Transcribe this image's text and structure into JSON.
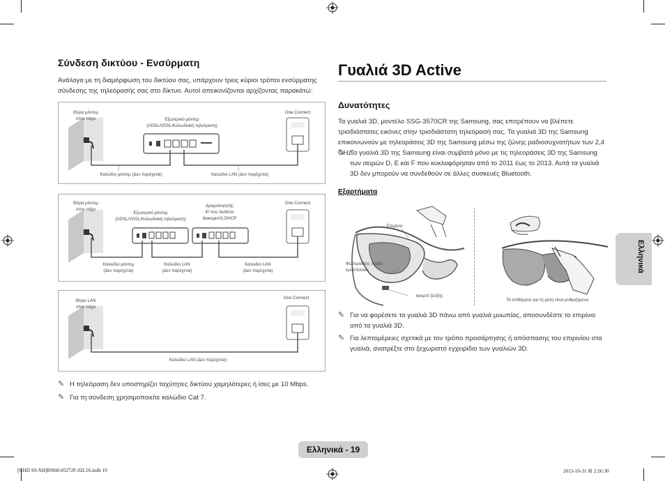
{
  "left": {
    "heading": "Σύνδεση δικτύου - Ενσύρματη",
    "intro": "Ανάλογα με τη διαμόρφωση του δικτύου σας, υπάρχουν τρεις κύριοι τρόποι ενσύρματης σύνδεσης της τηλεόρασής σας στο δίκτυο. Αυτοί απεικονίζονται αρχίζοντας παρακάτω:",
    "diagram1": {
      "wall_port": "Θύρα μόντεμ\nστον τοίχο",
      "modem": "Εξωτερικό μόντεμ\n(ADSL/VDSL/Καλωδιακή τηλεόραση)",
      "one_connect": "One Connect",
      "cable_modem": "Καλώδιο μόντεμ (Δεν παρέχεται)",
      "cable_lan": "Καλώδιο LAN (Δεν παρέχεται)"
    },
    "diagram2": {
      "wall_port": "Θύρα μόντεμ\nστον τοίχο",
      "modem": "Εξωτερικό μόντεμ\n(ADSL/VDSL/Καλωδιακή τηλεόραση)",
      "router": "Δρομολογητής\nIP που διαθέτει\nδιακομιστή DHCP",
      "one_connect": "One Connect",
      "cable_modem": "Καλώδιο μόντεμ\n(Δεν παρέχεται)",
      "cable_lan1": "Καλώδιο LAN\n(Δεν παρέχεται)",
      "cable_lan2": "Καλώδιο LAN\n(Δεν παρέχεται)"
    },
    "diagram3": {
      "wall_port": "Θύρα LAN\nστον τοίχο",
      "one_connect": "One Connect",
      "cable_lan": "Καλώδιο LAN (Δεν παρέχεται)"
    },
    "notes": [
      "Η τηλεόραση δεν υποστηρίζει ταχύτητες δικτύου χαμηλότερες ή ίσες με 10 Mbps.",
      "Για τη σύνδεση χρησιμοποιείτε καλώδιο Cat 7."
    ]
  },
  "right": {
    "title": "Γυαλιά 3D Active",
    "features_heading": "Δυνατότητες",
    "features_text": "Τα γυαλιά 3D, μοντέλο SSG-3570CR της Samsung, σας επιτρέπουν να βλέπετε τρισδιάστατες εικόνες στην τρισδιάστατη τηλεόρασή σας. Τα γυαλιά 3D της Samsung επικοινωνούν με τηλεοράσεις 3D της Samsung μέσω της ζώνης ραδιοσυχνοτήτων των 2,4 GHz.",
    "features_note": "Τα γυαλιά 3D της Samsung είναι συμβατά μόνο με τις τηλεοράσεις 3D της Samsung των σειρών D, E και F που κυκλοφόρησαν από το 2011 έως το 2013. Αυτά τα γυαλιά 3D δεν μπορούν να συνδεθούν σε άλλες συσκευές Bluetooth.",
    "parts_heading": "Εξαρτήματα",
    "parts": {
      "nosepiece": "Επιρίνιο",
      "photodetector": "Φωτοράκτης υγρού\nκρυστάλλου",
      "battery": "κουμπί ζεύξης",
      "adjust_note": "Τα επιθέματα για τη μύτη είναι ρυθμιζόμενα."
    },
    "notes": [
      "Για να φορέσετε τα γυαλιά 3D πάνω από γυαλιά μυωπίας, αποσυνδέστε το επιρίνιο από τα γυαλιά 3D.",
      "Για λεπτομέρειες σχετικά με τον τρόπο προσάρτησης ή απόσπασης του επιρινίου στα γυαλιά, ανατρέξτε στο ξεχωριστό εγχειρίδιο των γυαλιών 3D."
    ]
  },
  "side_tab": "Ελληνικά",
  "page_label": "Ελληνικά - 19",
  "footer": {
    "left": "[UHD S9-XH]BN68-05272F-02L16.indb   19",
    "right": "2013-10-31   ☒ 2:26:30"
  },
  "icons": {
    "note": "pencil-note-icon",
    "registration": "registration-mark-icon"
  }
}
